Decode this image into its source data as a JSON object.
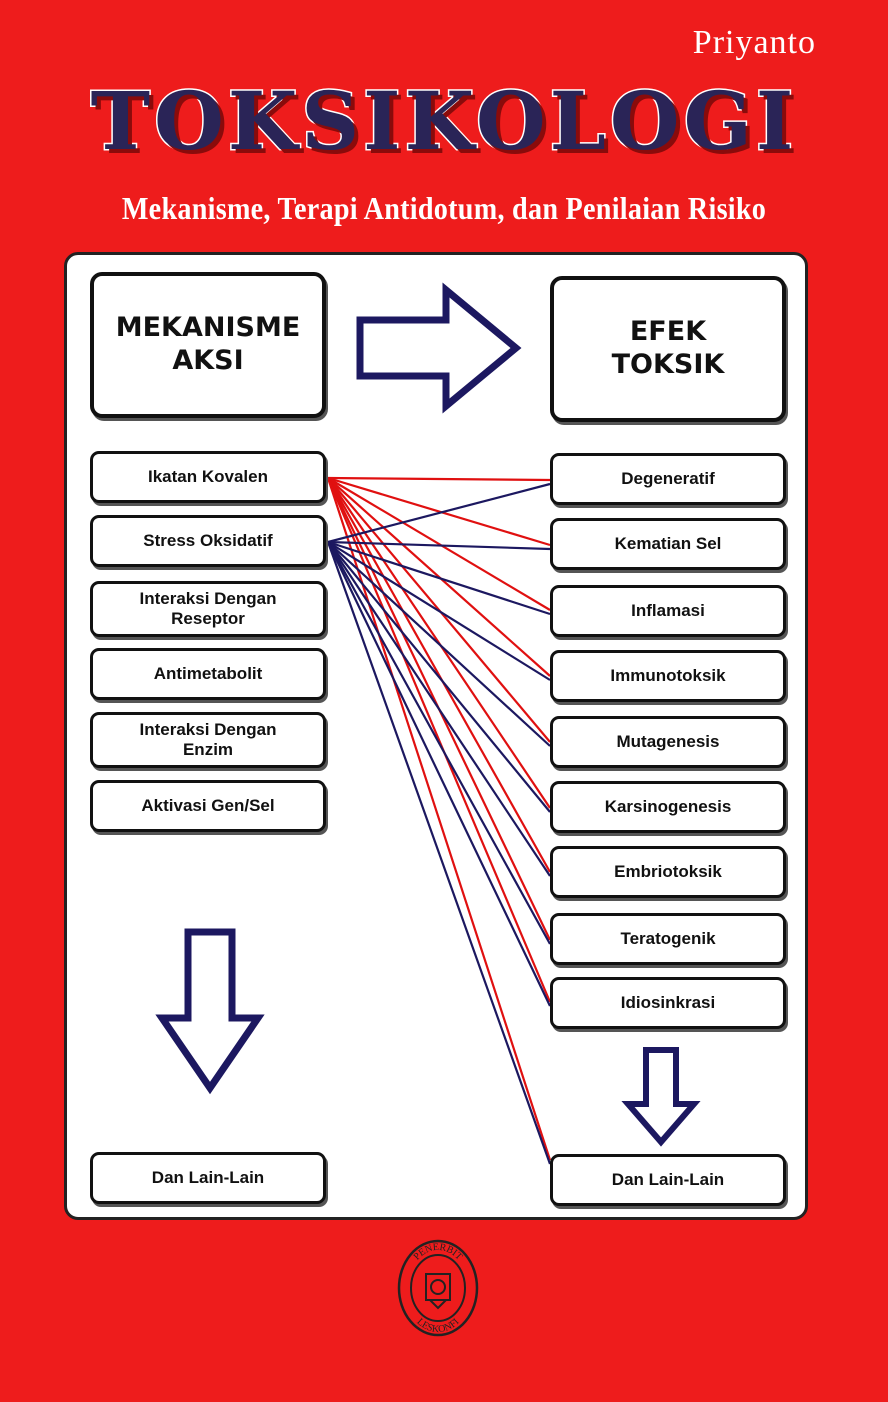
{
  "cover": {
    "author": "Priyanto",
    "title": "TOKSIKOLOGI",
    "subtitle": "Mekanisme, Terapi Antidotum, dan Penilaian Risiko"
  },
  "diagram": {
    "left_header": "MEKANISME\nAKSI",
    "right_header": "EFEK\nTOKSIK",
    "mechanisms": [
      "Ikatan Kovalen",
      "Stress Oksidatif",
      "Interaksi Dengan\nReseptor",
      "Antimetabolit",
      "Interaksi Dengan\nEnzim",
      "Aktivasi Gen/Sel"
    ],
    "left_other": "Dan Lain-Lain",
    "effects": [
      "Degeneratif",
      "Kematian Sel",
      "Inflamasi",
      "Immunotoksik",
      "Mutagenesis",
      "Karsinogenesis",
      "Embriotoksik",
      "Teratogenik",
      "Idiosinkrasi"
    ],
    "right_other": "Dan Lain-Lain"
  },
  "publisher": {
    "logo_text_top": "PENERBIT",
    "logo_text_bottom": "LESKONFI"
  },
  "colors": {
    "background": "#ee1c1c",
    "title_fill": "#2a2457",
    "line_red": "#e01010",
    "line_navy": "#1c1860"
  }
}
